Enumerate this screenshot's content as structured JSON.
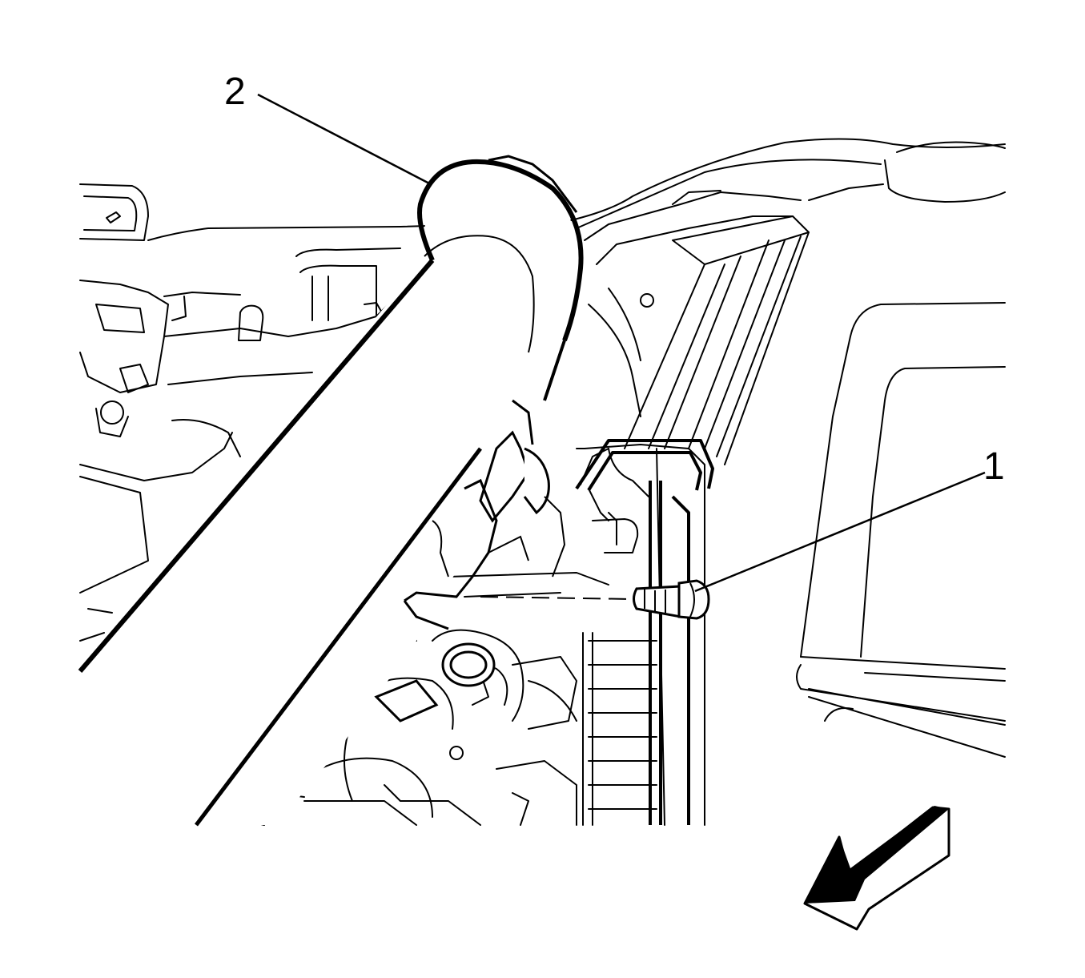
{
  "callouts": [
    {
      "id": "callout-1",
      "label": "1",
      "part": "bolt"
    },
    {
      "id": "callout-2",
      "label": "2",
      "part": "hose"
    }
  ],
  "orientation": {
    "icon": "front-direction-arrow-icon"
  },
  "colors": {
    "ink": "#000000",
    "paper": "#ffffff"
  }
}
